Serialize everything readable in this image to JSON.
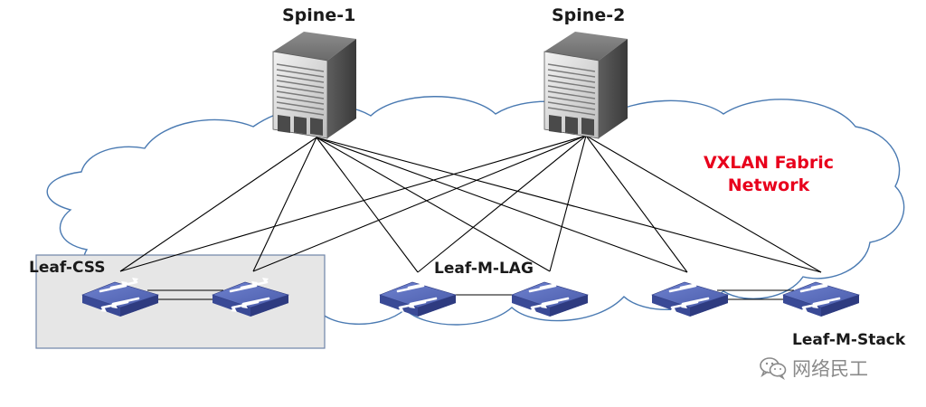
{
  "labels": {
    "spine1": "Spine-1",
    "spine2": "Spine-2",
    "fabric_line1": "VXLAN Fabric",
    "fabric_line2": "Network",
    "leaf_css": "Leaf-CSS",
    "leaf_m_lag": "Leaf-M-LAG",
    "leaf_m_stack": "Leaf-M-Stack"
  },
  "watermark": {
    "text": "网络民工",
    "icon": "wechat-icon"
  },
  "colors": {
    "cloud_stroke": "#4a7ab2",
    "cloud_fill": "#ffffff",
    "css_box_fill": "#e6e6e6",
    "css_box_stroke": "#6f84a8",
    "switch_top": "#5b6db8",
    "switch_side": "#3a4a96",
    "server_body": "#7a7a7a",
    "fabric_text": "#e8001c",
    "link": "#000000"
  },
  "nodes": [
    {
      "id": "spine-1",
      "type": "server",
      "icon": "chassis-switch-icon"
    },
    {
      "id": "spine-2",
      "type": "server",
      "icon": "chassis-switch-icon"
    },
    {
      "id": "leaf-css-1",
      "type": "switch",
      "icon": "switch-icon"
    },
    {
      "id": "leaf-css-2",
      "type": "switch",
      "icon": "switch-icon"
    },
    {
      "id": "leaf-mlag-1",
      "type": "switch",
      "icon": "switch-icon"
    },
    {
      "id": "leaf-mlag-2",
      "type": "switch",
      "icon": "switch-icon"
    },
    {
      "id": "leaf-mstack-1",
      "type": "switch",
      "icon": "switch-icon"
    },
    {
      "id": "leaf-mstack-2",
      "type": "switch",
      "icon": "switch-icon"
    }
  ],
  "links": [
    {
      "from": "spine-1",
      "to": "leaf-css-1"
    },
    {
      "from": "spine-1",
      "to": "leaf-css-2"
    },
    {
      "from": "spine-1",
      "to": "leaf-mlag-1"
    },
    {
      "from": "spine-1",
      "to": "leaf-mlag-2"
    },
    {
      "from": "spine-1",
      "to": "leaf-mstack-1"
    },
    {
      "from": "spine-1",
      "to": "leaf-mstack-2"
    },
    {
      "from": "spine-2",
      "to": "leaf-css-1"
    },
    {
      "from": "spine-2",
      "to": "leaf-css-2"
    },
    {
      "from": "spine-2",
      "to": "leaf-mlag-1"
    },
    {
      "from": "spine-2",
      "to": "leaf-mlag-2"
    },
    {
      "from": "spine-2",
      "to": "leaf-mstack-1"
    },
    {
      "from": "spine-2",
      "to": "leaf-mstack-2"
    }
  ],
  "peer_links": [
    {
      "from": "leaf-css-1",
      "to": "leaf-css-2",
      "count": 2
    },
    {
      "from": "leaf-mlag-1",
      "to": "leaf-mlag-2",
      "count": 1
    },
    {
      "from": "leaf-mstack-1",
      "to": "leaf-mstack-2",
      "count": 2
    }
  ]
}
